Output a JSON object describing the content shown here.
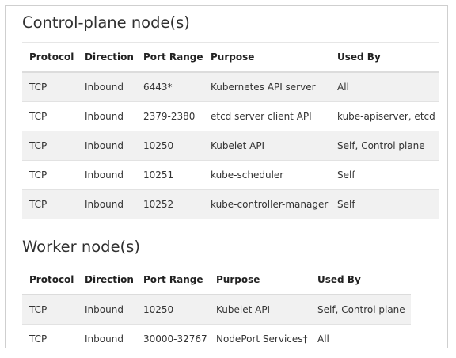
{
  "control_plane": {
    "title": "Control-plane node(s)",
    "headers": [
      "Protocol",
      "Direction",
      "Port Range",
      "Purpose",
      "Used By"
    ],
    "rows": [
      [
        "TCP",
        "Inbound",
        "6443*",
        "Kubernetes API server",
        "All"
      ],
      [
        "TCP",
        "Inbound",
        "2379-2380",
        "etcd server client API",
        "kube-apiserver, etcd"
      ],
      [
        "TCP",
        "Inbound",
        "10250",
        "Kubelet API",
        "Self, Control plane"
      ],
      [
        "TCP",
        "Inbound",
        "10251",
        "kube-scheduler",
        "Self"
      ],
      [
        "TCP",
        "Inbound",
        "10252",
        "kube-controller-manager",
        "Self"
      ]
    ]
  },
  "worker": {
    "title": "Worker node(s)",
    "headers": [
      "Protocol",
      "Direction",
      "Port Range",
      "Purpose",
      "Used By"
    ],
    "rows": [
      [
        "TCP",
        "Inbound",
        "10250",
        "Kubelet API",
        "Self, Control plane"
      ],
      [
        "TCP",
        "Inbound",
        "30000-32767",
        "NodePort Services†",
        "All"
      ]
    ]
  },
  "colors": {
    "row_shade": "#f1f1f1",
    "row_plain": "#ffffff",
    "border": "#cfcfcf",
    "text": "#303030"
  }
}
